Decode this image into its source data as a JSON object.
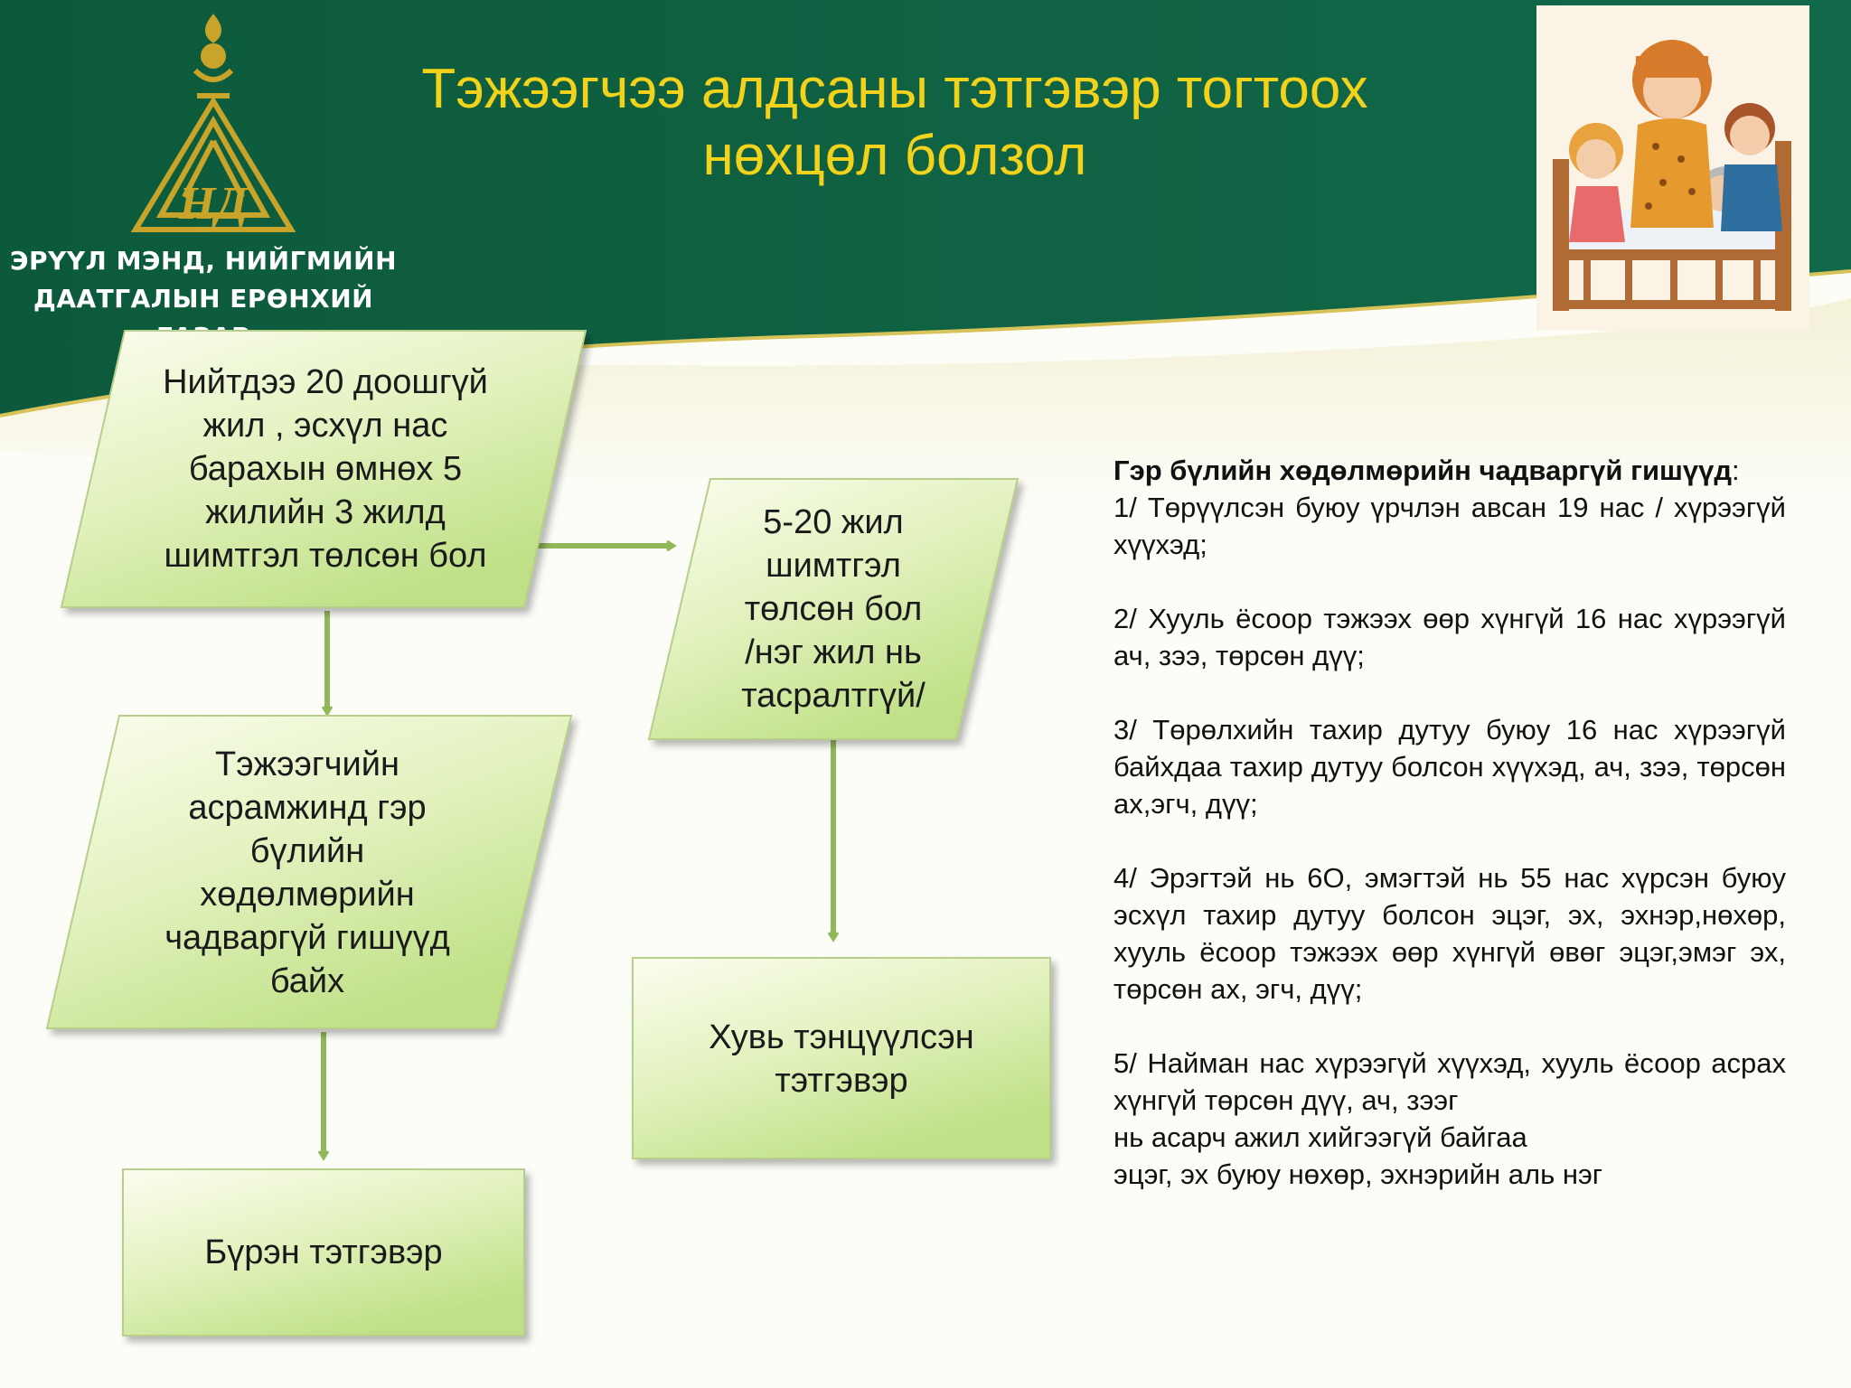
{
  "header": {
    "org_line1": "ЭРҮҮЛ МЭНД, НИЙГМИЙН",
    "org_line2": "ДААТГАЛЫН ЕРӨНХИЙ ГАЗАР",
    "title_line1": "Тэжээгчээ алдсаны тэтгэвэр тогтоох",
    "title_line2": "нөхцөл болзол"
  },
  "colors": {
    "header_green": "#0f5e3f",
    "title_yellow": "#f2d21a",
    "logo_gold": "#c8a42a",
    "box_fill_light": "#f7fbe3",
    "box_fill_dark": "#c5e48e",
    "arrow_green": "#8fb85a"
  },
  "flowchart": {
    "box1": [
      "Нийтдээ 20 доошгүй",
      "жил , эсхүл  нас",
      "барахын  өмнөх  5",
      "жилийн 3 жилд",
      "шимтгэл төлсөн бол"
    ],
    "box2": [
      "5-20 жил",
      "шимтгэл",
      "төлсөн бол",
      "/нэг жил нь",
      "тасралтгүй/"
    ],
    "box3": [
      "Тэжээгчийн",
      "асрамжинд гэр",
      "бүлийн",
      "хөдөлмөрийн",
      "чадваргүй гишүүд",
      "байх"
    ],
    "box4": [
      "Хувь тэнцүүлсэн",
      "тэтгэвэр"
    ],
    "box5": [
      "Бүрэн тэтгэвэр"
    ]
  },
  "conditions": {
    "heading": "Гэр бүлийн хөдөлмөрийн чадваргүй гишүүд",
    "heading_suffix": ":",
    "item1": "1/ Төрүүлсэн буюу үрчлэн авсан 19 нас / хүрээгүй хүүхэд;",
    "item2": "2/ Хууль ёсоор тэжээх өөр хүнгүй 16 нас хүрээгүй ач, зээ, төрсөн дүү;",
    "item3": "3/ Төрөлхийн тахир дутуу буюу 16 нас хүрээгүй  байхдаа тахир дутуу болсон хүүхэд, ач, зээ, төрсөн ах,эгч, дүү;",
    "item4": "4/ Эрэгтэй нь 6О, эмэгтэй нь  55 нас хүрсэн буюу эсхүл тахир дутуу болсон эцэг, эх, эхнэр,нөхөр, хууль ёсоор тэжээх өөр хүнгүй өвөг эцэг,эмэг эх, төрсөн ах, эгч, дүү;",
    "item5_line1": "5/ Найман нас хүрээгүй хүүхэд, хууль ёсоор асрах хүнгүй төрсөн дүү, ач, зээг",
    "item5_line2": "нь асарч ажил хийгээгүй байгаа",
    "item5_line3": "эцэг, эх буюу нөхөр, эхнэрийн аль нэг"
  }
}
